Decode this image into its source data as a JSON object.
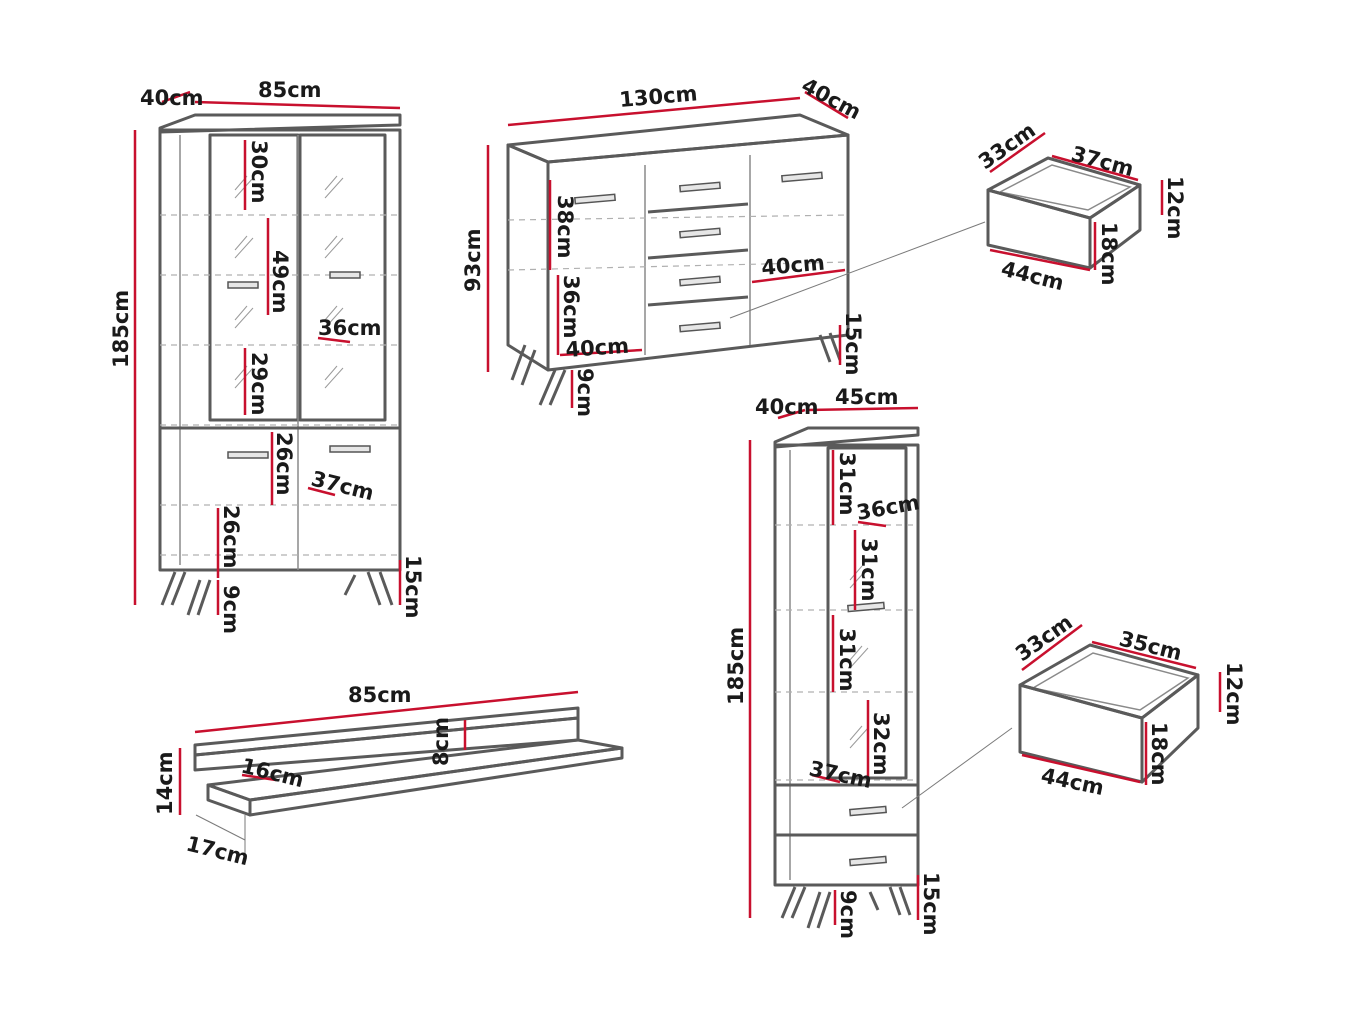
{
  "unit": "cm",
  "vitrine": {
    "depth": "40",
    "width": "85",
    "height": "185",
    "shelf_top": "30",
    "shelf_mid": "49",
    "shelf_low": "29",
    "inner_depth": "36",
    "drawer_h": "26",
    "door_h": "26",
    "drawer_depth": "37",
    "legs": "15",
    "leg_gap": "9"
  },
  "sideboard": {
    "width": "130",
    "depth": "40",
    "height": "93",
    "upper_h": "38",
    "lower_h": "36",
    "inner_depth_right": "40",
    "inner_depth_left": "40",
    "legs": "15",
    "leg_gap": "9"
  },
  "drawer_small": {
    "depth": "33",
    "width": "37",
    "front_w": "44",
    "side_h": "12",
    "front_h": "18"
  },
  "tall_cabinet": {
    "depth": "40",
    "width": "45",
    "height": "185",
    "s1": "31",
    "s2": "31",
    "s3": "31",
    "s4": "32",
    "inner_depth": "36",
    "drawer_depth": "37",
    "legs": "15",
    "leg_gap": "9"
  },
  "drawer_large": {
    "depth": "33",
    "width": "35",
    "front_w": "44",
    "side_h": "12",
    "front_h": "18"
  },
  "shelf": {
    "width": "85",
    "height": "14",
    "depth": "17",
    "inner_depth": "16",
    "back_h": "8"
  }
}
